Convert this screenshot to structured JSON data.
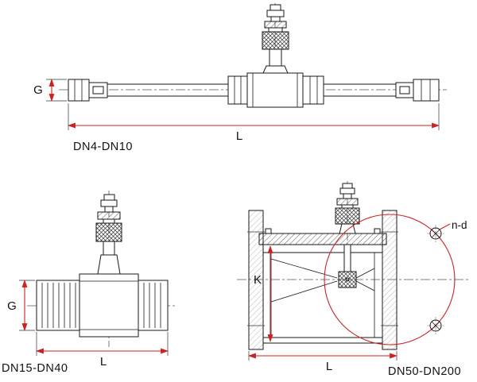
{
  "page": {
    "background": "#ffffff"
  },
  "colors": {
    "drawing_line": "#1a1a1a",
    "centerline": "#555555",
    "dimension_line": "#cc2222",
    "text": "#111111"
  },
  "drawings": {
    "dn4_dn10": {
      "label": "DN4-DN10",
      "dims": {
        "g": "G",
        "l": "L"
      }
    },
    "dn15_dn40": {
      "label": "DN15-DN40",
      "dims": {
        "g": "G",
        "l": "L"
      }
    },
    "dn50_dn200": {
      "label": "DN50-DN200",
      "dims": {
        "k": "K",
        "l": "L",
        "nd": "n-d"
      }
    }
  }
}
